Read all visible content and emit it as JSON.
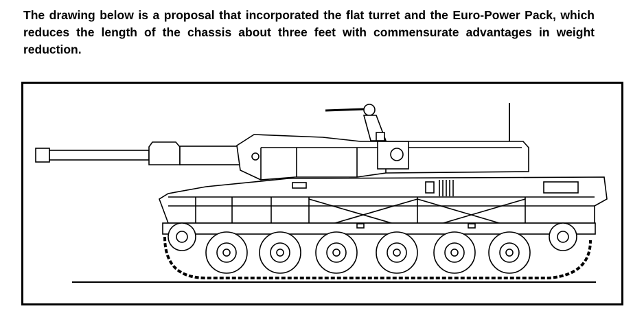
{
  "document": {
    "paragraph": "The drawing below is a proposal that incorporated the flat turret and the Euro-Power Pack, which reduces the length of the chassis about three feet with commensurate advantages in weight reduction."
  },
  "figure": {
    "subject": "tank-side-view-drawing",
    "road_wheel_count": 6
  }
}
